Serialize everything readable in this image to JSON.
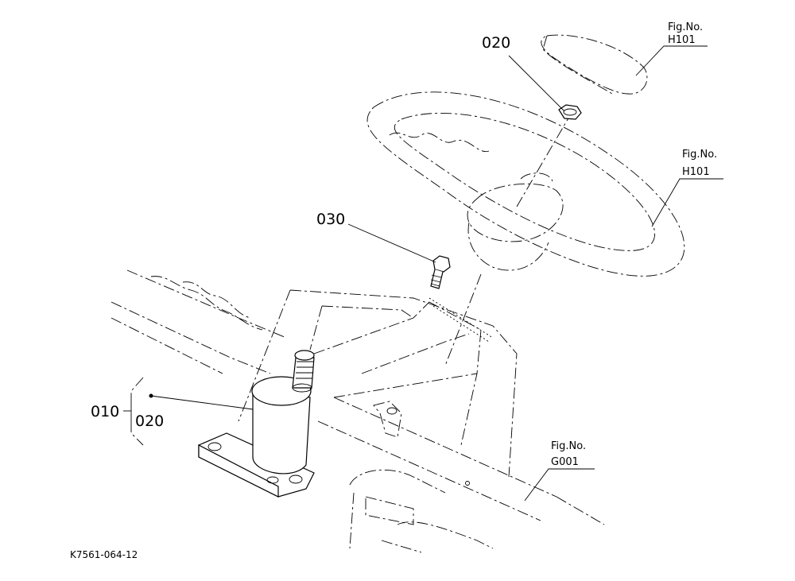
{
  "callouts": [
    {
      "id": "020-top",
      "text": "020"
    },
    {
      "id": "030",
      "text": "030"
    },
    {
      "id": "010",
      "text": "010"
    },
    {
      "id": "020-bottom",
      "text": "020"
    }
  ],
  "fig_refs": [
    {
      "line1": "Fig.No.",
      "line2": "H101"
    },
    {
      "line1": "Fig.No.",
      "line2": "H101"
    },
    {
      "line1": "Fig.No.",
      "line2": "G001"
    }
  ],
  "drawing_code": "K7561-064-12"
}
